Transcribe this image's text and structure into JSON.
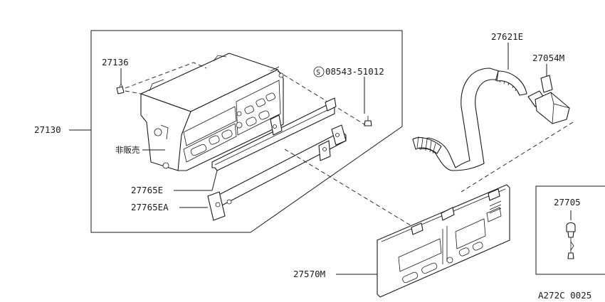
{
  "diagram": {
    "labels": {
      "p27130": "27130",
      "p27136": "27136",
      "p08543": "08543-51012",
      "not_for_sale": "非販売",
      "p27765e": "27765E",
      "p27765ea": "27765EA",
      "p27621e": "27621E",
      "p27054m": "27054M",
      "p27570m": "27570M",
      "p27705": "27705",
      "ref_code": "A272C 0025"
    },
    "symbols": {
      "screw_symbol": "S"
    }
  }
}
